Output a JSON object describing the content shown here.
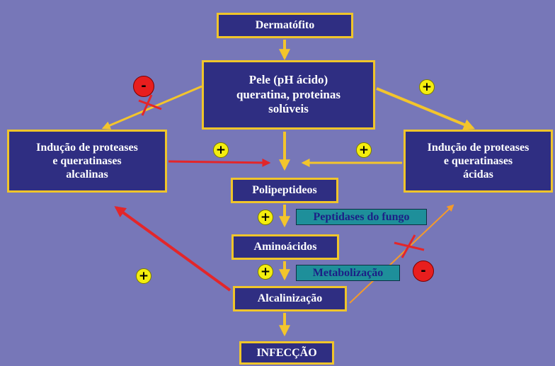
{
  "nodes": {
    "dermatofito": "Dermatófito",
    "pele": "Pele (pH ácido)\nqueratina, proteinas\nsolúveis",
    "inducao_alcalinas": "Indução de proteases\ne queratinases\nalcalinas",
    "inducao_acidas": "Indução de proteases\ne queratinases\nácidas",
    "polipeptideos": "Polipeptideos",
    "aminoacidos": "Aminoácidos",
    "alcalinizacao": "Alcalinização",
    "infeccao": "INFECÇÃO"
  },
  "labels": {
    "peptidases": "Peptidases do fungo",
    "metabolizacao": "Metabolização"
  },
  "signs": {
    "plus": "+",
    "minus": "-"
  },
  "colors": {
    "background": "#7777b8",
    "box_fill": "#2f2e82",
    "box_border": "#f0c52a",
    "arrow_yellow": "#f3c52c",
    "arrow_red": "#e3262a",
    "arrow_orange": "#f49a2a",
    "label_fill": "#1e8f9a",
    "label_text": "#1c1f86",
    "plus_fill": "#f4ee0e",
    "minus_fill": "#e81e1e"
  }
}
